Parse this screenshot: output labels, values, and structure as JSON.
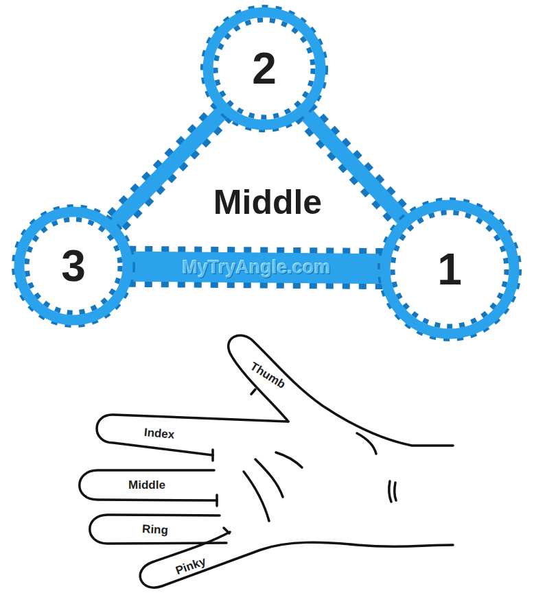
{
  "diagram": {
    "nodes": [
      {
        "text": [
          "2"
        ]
      },
      {
        "text": [
          "3"
        ]
      },
      {
        "text": [
          "1"
        ]
      }
    ],
    "edges": [
      {
        "from": 0,
        "to": 1,
        "arrow": "none"
      },
      {
        "from": 0,
        "to": 2,
        "arrow": "none"
      },
      {
        "from": 1,
        "to": 2,
        "label": "MyTryAngle.com",
        "arrow": "none"
      }
    ],
    "labels": [
      "Middle",
      "Thumb",
      "Index",
      "Middle",
      "Ring",
      "Pinky"
    ]
  }
}
